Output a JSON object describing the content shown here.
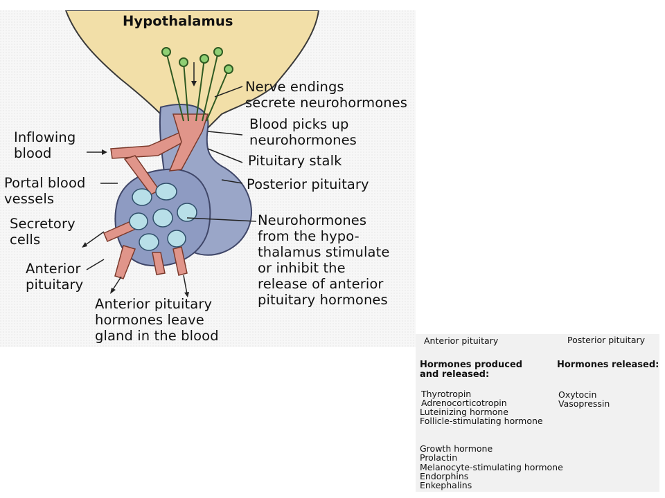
{
  "diagram": {
    "labels": {
      "hypothalamus": "Hypothalamus",
      "nerve_endings": "Nerve endings\nsecrete neurohormones",
      "blood_picks_up": "Blood picks up\nneurohormones",
      "pituitary_stalk": "Pituitary stalk",
      "posterior_pituitary": "Posterior pituitary",
      "inflowing_blood": "Inflowing\nblood",
      "portal_blood_vessels": "Portal blood\nvessels",
      "secretory_cells": "Secretory\ncells",
      "anterior_pituitary": "Anterior\npituitary",
      "neurohormones_text": "Neurohormones\nfrom the hypo-\nthalamus stimulate\nor inhibit the\nrelease of anterior\npituitary hormones",
      "hormones_leave": "Anterior pituitary\nhormones leave\ngland in the blood"
    },
    "colors": {
      "hypothalamus": "#f2dfa8",
      "pituitary": "#9aa6c8",
      "vessel": "#e0958a",
      "neuron": "#8fcf74"
    }
  },
  "table": {
    "anterior": {
      "header": "Anterior pituitary",
      "subheader": "Hormones produced\nand released:",
      "group1": [
        "Thyrotropin",
        "Adrenocorticotropin",
        "Luteinizing hormone",
        "Follicle-stimulating hormone"
      ],
      "group2": [
        "Growth hormone",
        "Prolactin",
        "Melanocyte-stimulating hormone",
        "Endorphins",
        "Enkephalins"
      ]
    },
    "posterior": {
      "header": "Posterior pituitary",
      "subheader": "Hormones released:",
      "items": [
        "Oxytocin",
        "Vasopressin"
      ]
    }
  }
}
